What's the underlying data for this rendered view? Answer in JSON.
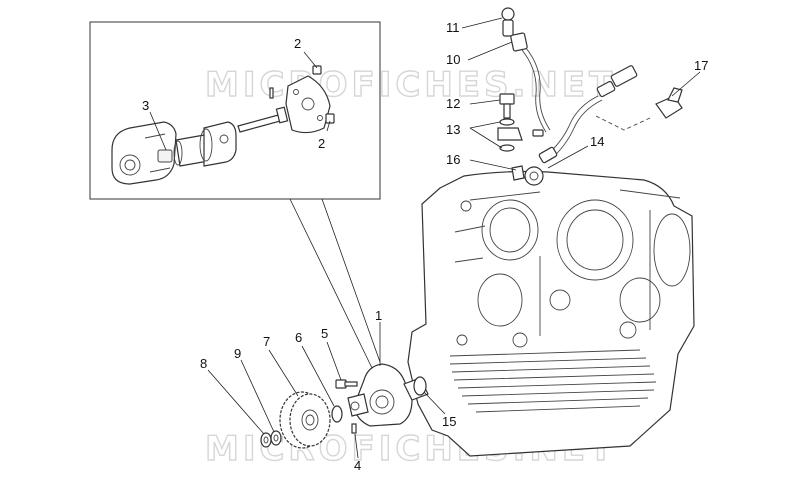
{
  "watermarks": [
    "MICROFICHES.NET",
    "MICROFICHES.NET"
  ],
  "callouts": {
    "c1": "1",
    "c2a": "2",
    "c2b": "2",
    "c3": "3",
    "c4": "4",
    "c5": "5",
    "c6": "6",
    "c7": "7",
    "c8": "8",
    "c9": "9",
    "c10": "10",
    "c11": "11",
    "c12": "12",
    "c13": "13",
    "c14": "14",
    "c15": "15",
    "c16": "16",
    "c17": "17"
  },
  "colors": {
    "line": "#333333",
    "watermark": "#d6d6d6",
    "background": "#ffffff"
  }
}
